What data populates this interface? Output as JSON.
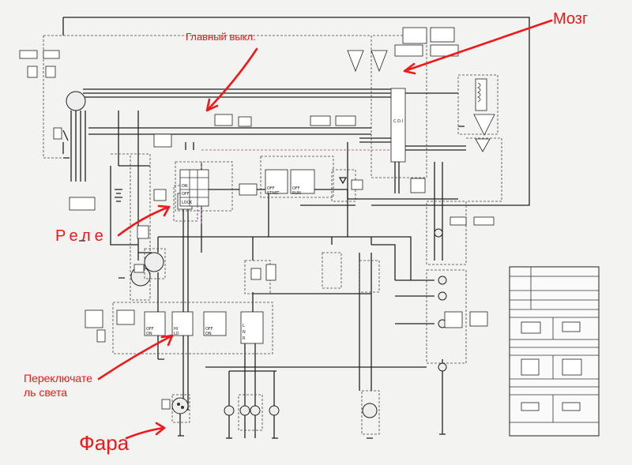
{
  "annotations": {
    "main_switch": "Главный выкл.",
    "brain": "Мозг",
    "relay": "Реле",
    "light_switch_line1": "Переключате",
    "light_switch_line2": "ль света",
    "headlight": "Фара"
  },
  "switch_tables": {
    "main_switch": [
      "OFF",
      "ON",
      "LOCK"
    ],
    "starter_switch": [
      "OFF",
      "START"
    ],
    "engine_stop_switch": [
      "OFF",
      "RUN"
    ],
    "horn_switch": [
      "OFF",
      "ON"
    ],
    "dimmer_switch": [
      "HI",
      "LO"
    ],
    "pass_switch": [
      "OFF",
      "ON"
    ],
    "turn_switch": [
      "L",
      "N",
      "R"
    ]
  },
  "colors": {
    "annotation": "#f01818",
    "wire": "#222222",
    "dashed_trace": "#b36aa0"
  }
}
